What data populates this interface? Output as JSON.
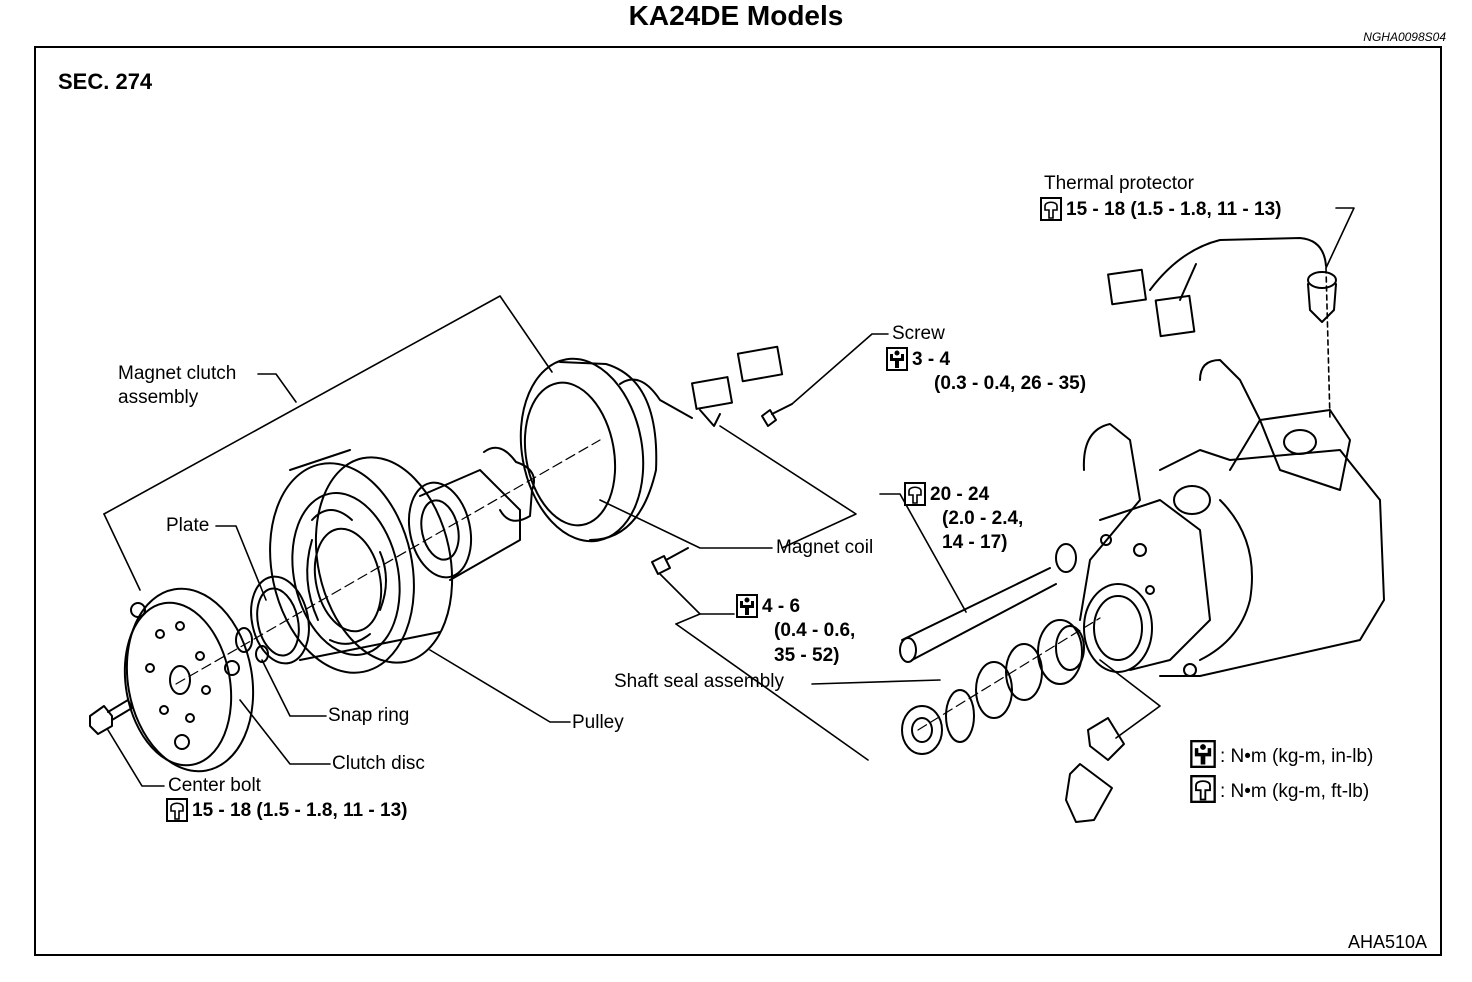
{
  "header": {
    "title": "KA24DE Models",
    "doc_code": "NGHA0098S04"
  },
  "diagram": {
    "section": "SEC. 274",
    "figure_code": "AHA510A",
    "labels": {
      "thermal_protector": "Thermal protector",
      "thermal_torque": "15 - 18 (1.5 - 1.8, 11 - 13)",
      "screw": "Screw",
      "screw_torque_1": "3 - 4",
      "screw_torque_2": "(0.3 - 0.4, 26 - 35)",
      "magnet_clutch_1": "Magnet clutch",
      "magnet_clutch_2": "assembly",
      "plate": "Plate",
      "magnet_coil": "Magnet coil",
      "bolt_torque_1": "20 - 24",
      "bolt_torque_2": "(2.0 - 2.4,",
      "bolt_torque_3": "14 - 17)",
      "coil_torque_1": "4 - 6",
      "coil_torque_2": "(0.4 - 0.6,",
      "coil_torque_3": "35 - 52)",
      "shaft_seal": "Shaft seal assembly",
      "snap_ring": "Snap ring",
      "pulley": "Pulley",
      "clutch_disc": "Clutch disc",
      "center_bolt": "Center bolt",
      "center_torque": "15 - 18 (1.5 - 1.8, 11 - 13)"
    },
    "legend": [
      {
        "icon": "torque-wrench-in-lb-icon",
        "text": ":  N•m (kg-m, in-lb)"
      },
      {
        "icon": "torque-wrench-ft-lb-icon",
        "text": ":  N•m (kg-m, ft-lb)"
      }
    ]
  }
}
